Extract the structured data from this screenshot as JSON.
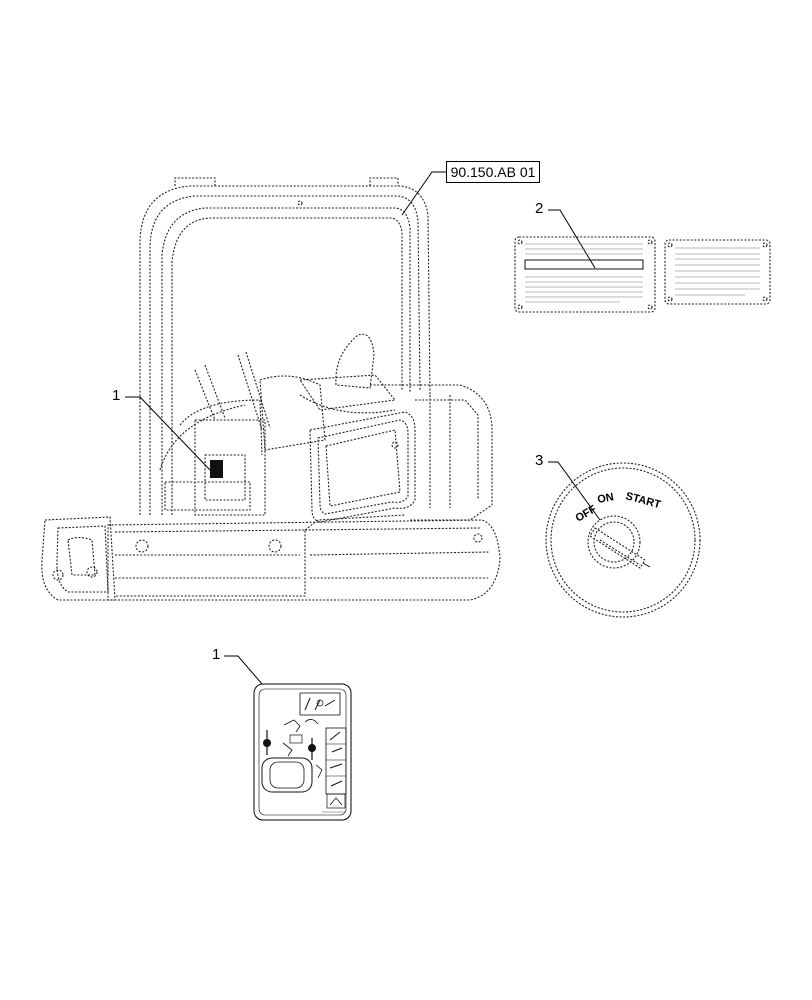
{
  "reference": {
    "label": "90.150.AB 01"
  },
  "callouts": [
    {
      "id": "callout-1-machine",
      "number": "1"
    },
    {
      "id": "callout-2",
      "number": "2"
    },
    {
      "id": "callout-3",
      "number": "3"
    },
    {
      "id": "callout-1-decal",
      "number": "1"
    }
  ],
  "key_switch": {
    "off": "OFF",
    "on": "ON",
    "start": "START"
  }
}
